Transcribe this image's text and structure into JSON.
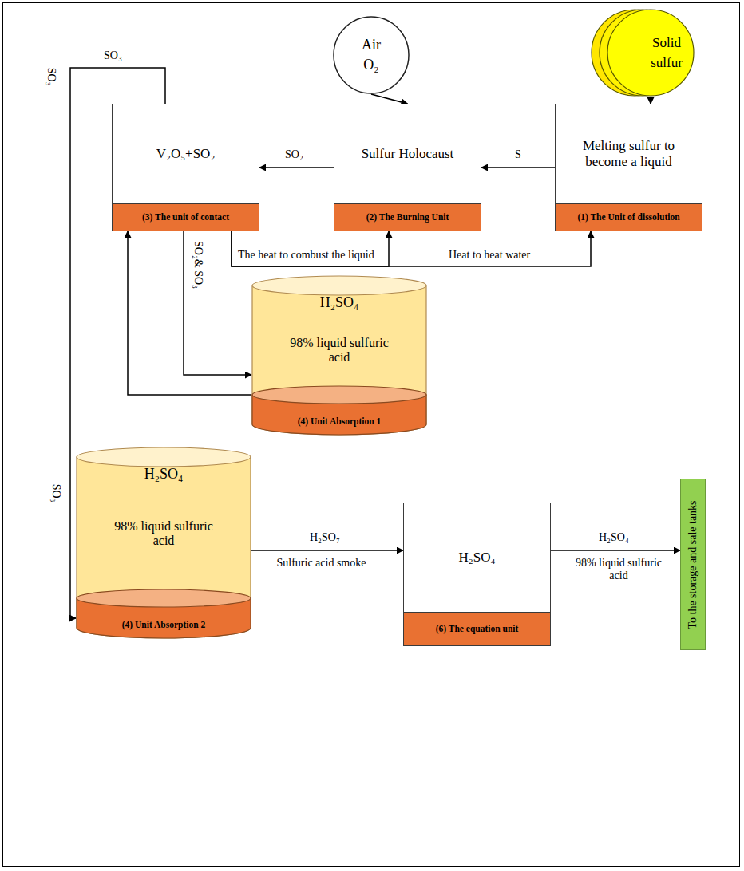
{
  "diagram": {
    "nodes": [
      {
        "text": [
          "Air O₂"
        ]
      },
      {
        "text": [
          "Solid sulfur"
        ]
      },
      {
        "text": [
          "V₂O₅+SO₂",
          "(3) The unit of contact"
        ]
      },
      {
        "text": [
          "Sulfur Holocaust",
          "(2) The Burning Unit"
        ]
      },
      {
        "text": [
          "Melting sulfur to become a liquid",
          "(1) The Unit of dissolution"
        ]
      },
      {
        "text": [
          "H₂SO₄",
          "98% liquid sulfuric acid",
          "(4) Unit Absorption 1"
        ]
      },
      {
        "text": [
          "H₂SO₄",
          "98% liquid sulfuric acid",
          "(4) Unit Absorption 2"
        ]
      },
      {
        "text": [
          "H₂SO₄",
          "(6) The equation unit"
        ]
      },
      {
        "text": [
          "To the storage and sale tanks"
        ]
      }
    ],
    "edges": [
      {
        "from": 0,
        "to": 3,
        "arrow": "to"
      },
      {
        "from": 1,
        "to": 4,
        "arrow": "to"
      },
      {
        "from": 4,
        "to": 3,
        "label": "S",
        "arrow": "to"
      },
      {
        "from": 3,
        "to": 2,
        "label": "SO₂",
        "arrow": "to"
      },
      {
        "from": 2,
        "to": 6,
        "label": "SO₃",
        "arrow": "to"
      },
      {
        "from": 2,
        "to": 5,
        "label": "SO₂& SO₃",
        "arrow": "to"
      },
      {
        "from": 5,
        "to": 2,
        "arrow": "to"
      },
      {
        "from": 2,
        "to": 3,
        "label": "The heat to combust the liquid",
        "arrow": "to"
      },
      {
        "from": 2,
        "to": 4,
        "label": "Heat to heat water",
        "arrow": "to"
      },
      {
        "from": 6,
        "to": 7,
        "label": "H₂SO₇",
        "arrow": "to"
      },
      {
        "from": 7,
        "to": 8,
        "label": "H₂SO₄",
        "arrow": "to"
      }
    ],
    "labels": [
      "SO₃",
      "SO₃",
      "Sulfuric acid smoke",
      "98% liquid sulfuric acid"
    ]
  }
}
